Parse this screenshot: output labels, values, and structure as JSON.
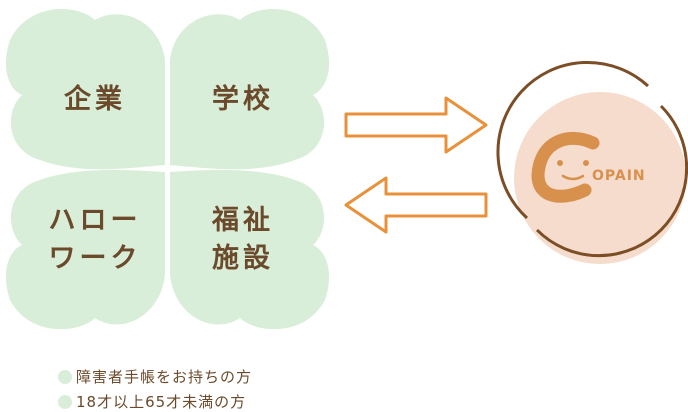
{
  "clover": {
    "top_left": "企業",
    "top_right": "学校",
    "bottom_left": [
      "ハロー",
      "ワーク"
    ],
    "bottom_right": [
      "福祉",
      "施設"
    ]
  },
  "logo": {
    "text": "OPAIN"
  },
  "legend": [
    "障害者手帳をお持ちの方",
    "18才以上65才未満の方"
  ],
  "colors": {
    "clover": "#d9eed9",
    "text": "#6b4a2b",
    "arrow": "#e8913a",
    "circle": "#f5dccd",
    "ring": "#7b4e25"
  }
}
